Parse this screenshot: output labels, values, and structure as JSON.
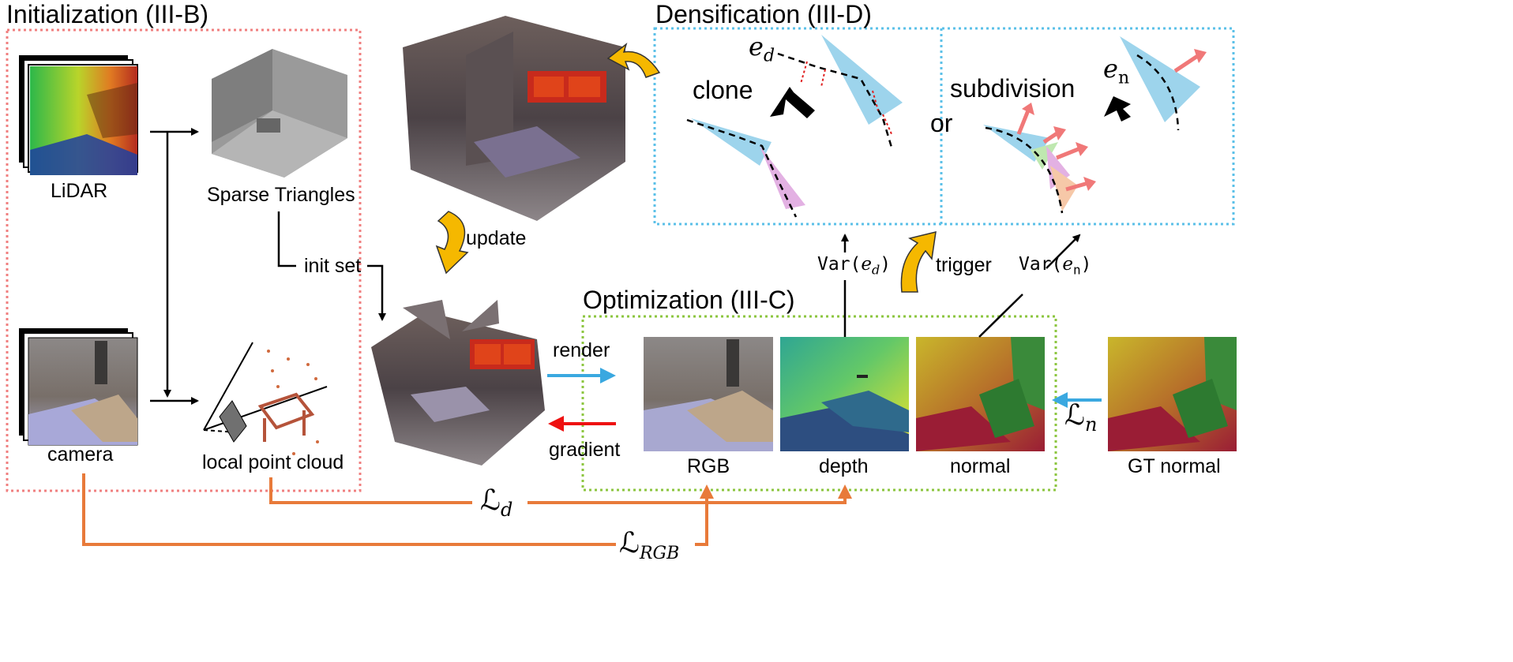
{
  "sections": {
    "init": "Initialization (III-B)",
    "densify": "Densification (III-D)",
    "optimize": "Optimization (III-C)"
  },
  "labels": {
    "lidar": "LiDAR",
    "camera": "camera",
    "sparse": "Sparse Triangles",
    "local_pc": "local point cloud",
    "init_set": "init set",
    "update": "update",
    "render": "render",
    "gradient": "gradient",
    "trigger": "trigger",
    "rgb": "RGB",
    "depth": "depth",
    "normal": "normal",
    "gt_normal": "GT normal",
    "clone": "clone",
    "subdivision": "subdivision",
    "or": "or"
  },
  "math": {
    "e_d": "e",
    "e_d_sub": "d",
    "e_n": "e",
    "e_n_sub": "n",
    "var_ed": "Var(",
    "var_ed_sym": "e",
    "var_ed_sub": "d",
    "var_en": "Var(",
    "var_en_sym": "e",
    "var_en_sub": "n",
    "close": ")",
    "loss_d": "ℒ",
    "loss_d_sub": "d",
    "loss_rgb": "ℒ",
    "loss_rgb_sub": "RGB",
    "loss_n": "ℒ",
    "loss_n_sub": "n"
  },
  "colors": {
    "init_border": "#f08080",
    "densify_border": "#5bc0e8",
    "optimize_border": "#8cc63f",
    "orange": "#e87a3a",
    "blue": "#3aa8e0",
    "red": "#ee1111",
    "yellow_arrow": "#f5b800"
  }
}
